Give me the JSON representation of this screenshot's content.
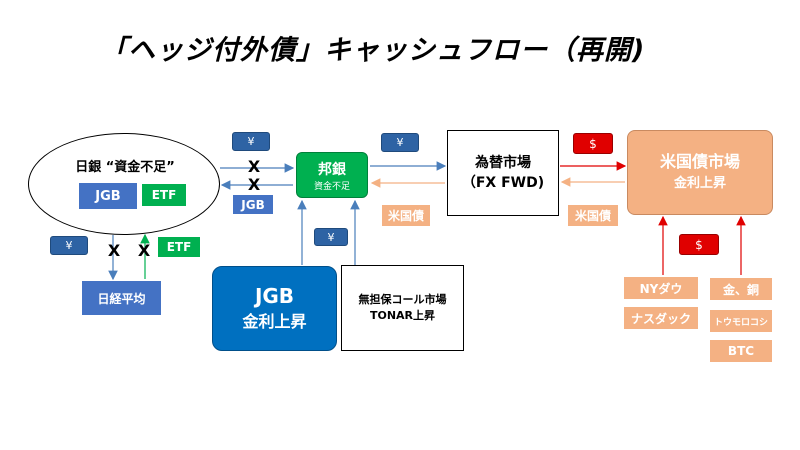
{
  "title": "「ヘッジ付外債」キャッシュフロー（再開)",
  "boj": {
    "label": "日銀 “資金不足”",
    "jgb": "JGB",
    "etf": "ETF"
  },
  "bank": {
    "title": "邦銀",
    "subtitle": "資金不足"
  },
  "fx": {
    "line1": "為替市場",
    "line2": "（FX FWD)"
  },
  "us": {
    "line1": "米国債市場",
    "line2": "金利上昇"
  },
  "jgb_big": {
    "line1": "JGB",
    "line2": "金利上昇"
  },
  "call": {
    "line1": "無担保コール市場",
    "line2": "TONAR上昇"
  },
  "nikkei": "日経平均",
  "tags": {
    "yen": "¥",
    "dollar": "$",
    "x": "X",
    "jgb": "JGB",
    "etf": "ETF",
    "ust": "米国債"
  },
  "assets": [
    "NYダウ",
    "ナスダック",
    "金、銅",
    "トウモロコシ",
    "BTC"
  ],
  "colors": {
    "blue": "#4472C4",
    "green": "#00B050",
    "peach": "#F4B183",
    "red": "#E00000",
    "line_blue": "#4A7EBB",
    "line_orange": "#F4B183",
    "line_red": "#E00000"
  }
}
